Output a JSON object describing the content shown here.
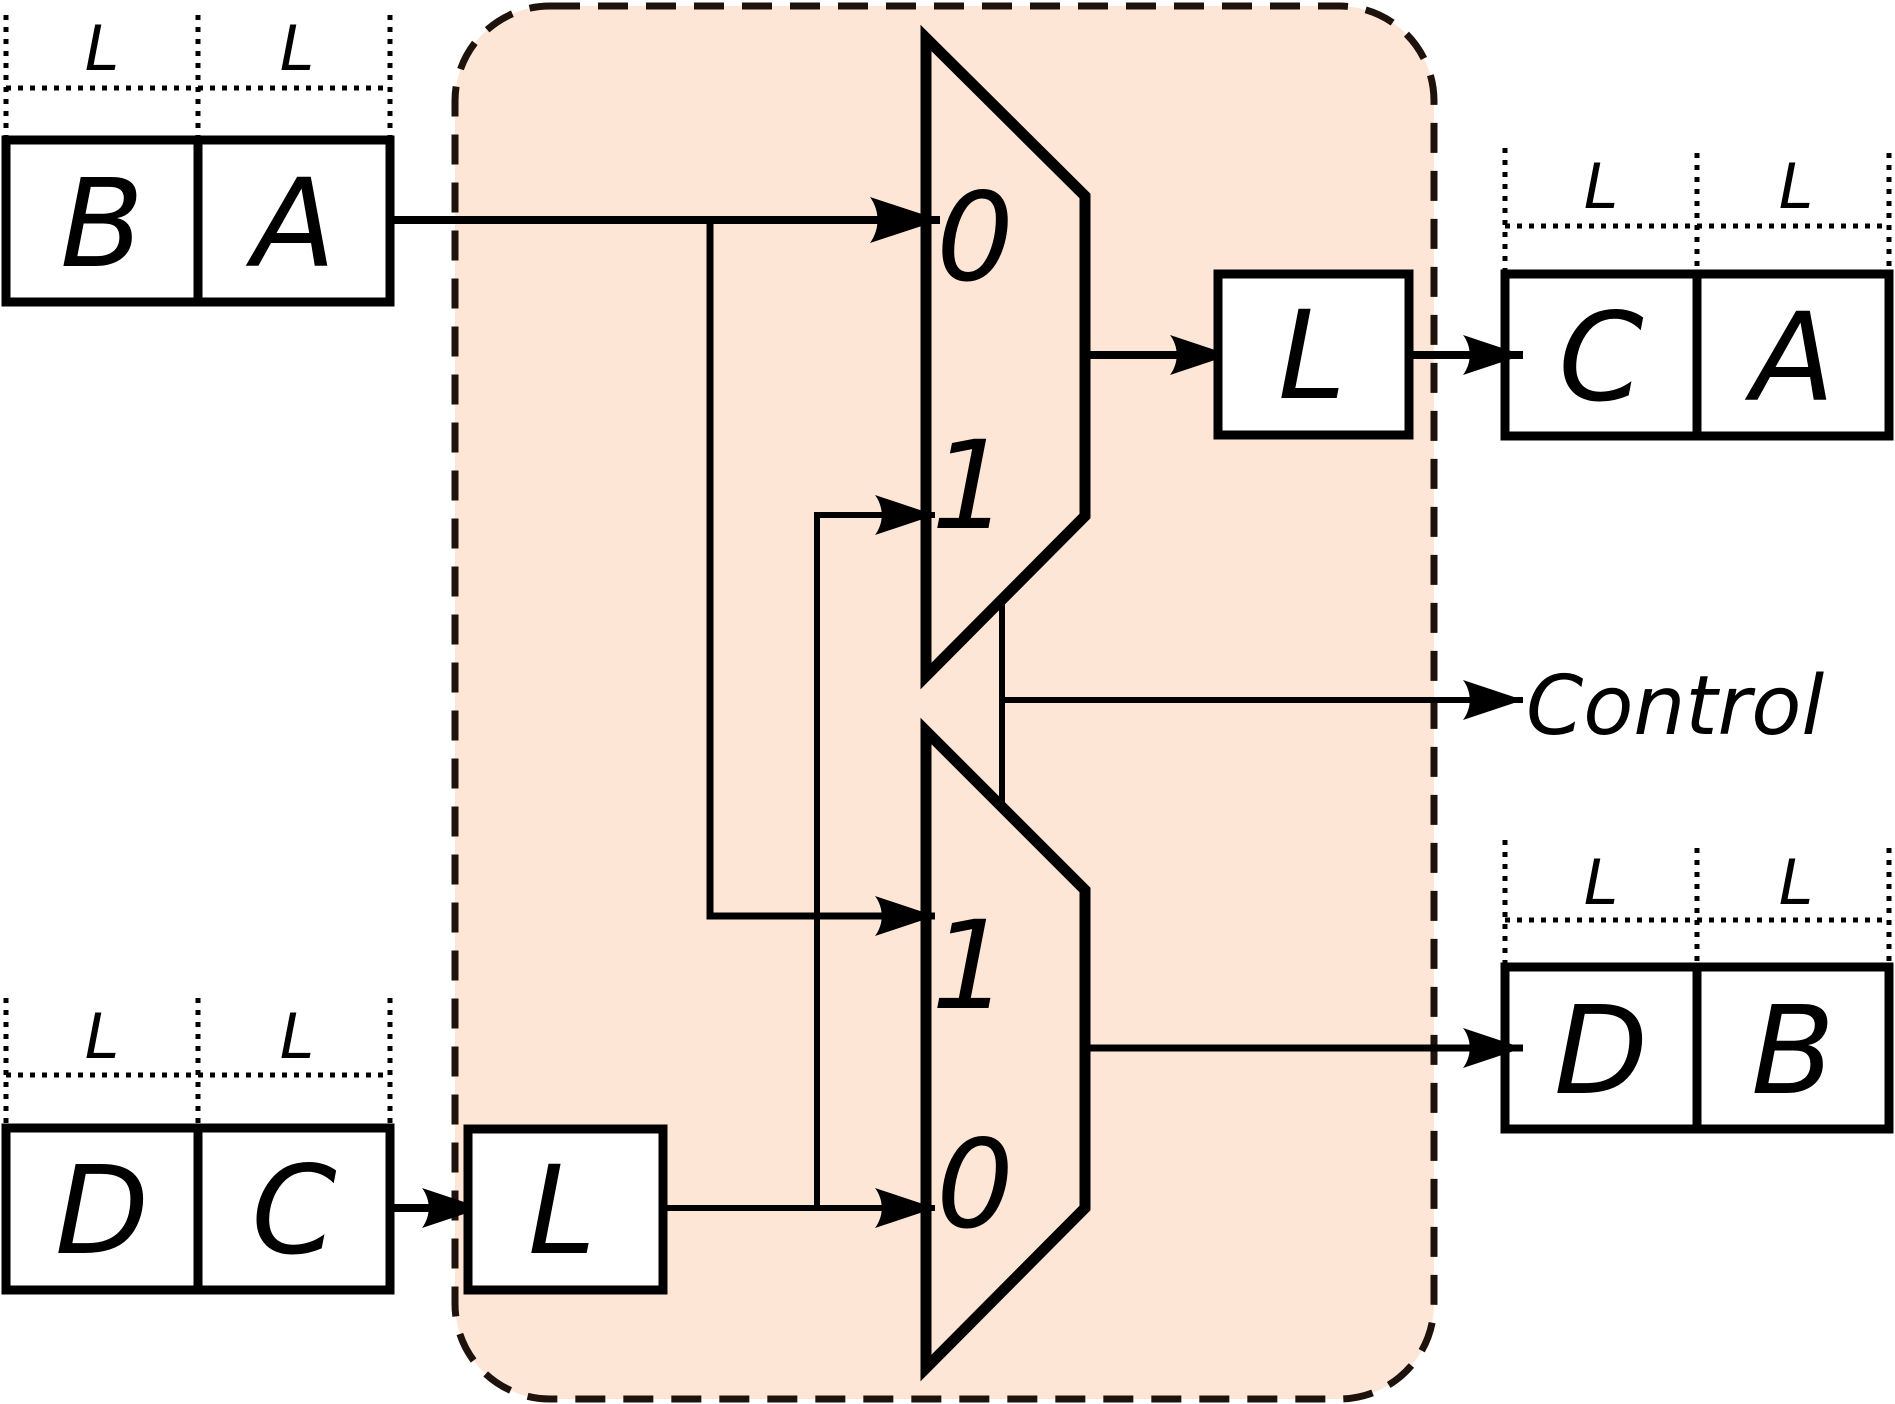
{
  "colors": {
    "region_fill": "#fee6d6",
    "region_border": "#1d120c",
    "stroke": "#000000",
    "box_fill": "#ffffff"
  },
  "inputs": {
    "top": {
      "left": "B",
      "right": "A",
      "width_left": "L",
      "width_right": "L"
    },
    "bottom": {
      "left": "D",
      "right": "C",
      "width_left": "L",
      "width_right": "L"
    }
  },
  "outputs": {
    "top": {
      "left": "C",
      "right": "A",
      "width_left": "L",
      "width_right": "L"
    },
    "bottom": {
      "left": "D",
      "right": "B",
      "width_left": "L",
      "width_right": "L"
    }
  },
  "delays": {
    "input_delay": "L",
    "output_delay": "L"
  },
  "mux_top": {
    "input0": "0",
    "input1": "1"
  },
  "mux_bottom": {
    "input1": "1",
    "input0": "0"
  },
  "control_label": "Control"
}
